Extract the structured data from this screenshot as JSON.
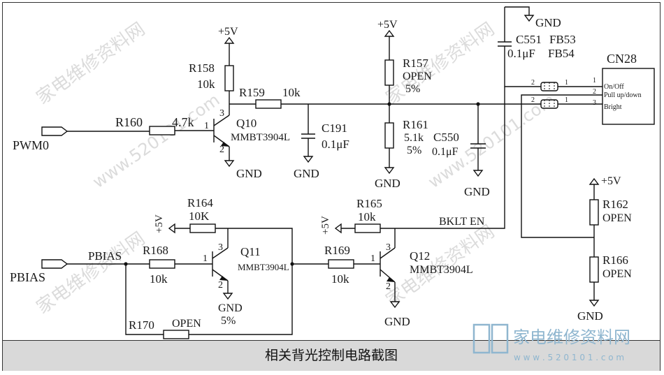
{
  "caption": "相关背光控制电路截图",
  "watermark": {
    "cn": "家电维修资料网",
    "url": "www.520101.com"
  },
  "logo": {
    "cn": "家电维修资料网",
    "url": "w w w . 5 2 0 1 0 1 . c o m"
  },
  "colors": {
    "line": "#111111",
    "caption_bar": "#d9d9d9",
    "logo": "#8fb6cf"
  },
  "labels": {
    "v5": "+5V",
    "gnd": "GND",
    "pwm0": "PWM0",
    "pbias": "PBIAS",
    "bklt_en": "BKLT EN",
    "r158": "R158",
    "r158_val": "10k",
    "r159": "R159",
    "r159_val": "10k",
    "r160": "R160",
    "r160_val": "4.7k",
    "q10": "Q10",
    "q10_part": "MMBT3904L",
    "c191": "C191",
    "c191_val": "0.1μF",
    "r157": "R157",
    "r157_val": "OPEN",
    "r157_tol": "5%",
    "r161": "R161",
    "r161_val": "5.1k",
    "r161_tol": "5%",
    "c550": "C550",
    "c550_val": "0.1μF",
    "c551": "C551",
    "c551_val": "0.1μF",
    "fb53": "FB53",
    "fb54": "FB54",
    "cn28": "CN28",
    "pin_on": "On/Off",
    "pin_pull": "Pull up/down",
    "pin_bright": "Bright",
    "pin1": "1",
    "pin2": "2",
    "pin3": "3",
    "r164": "R164",
    "r164_val": "10K",
    "r165": "R165",
    "r165_val": "10k",
    "r168": "R168",
    "r168_val": "10k",
    "r169": "R169",
    "r169_val": "10k",
    "r170": "R170",
    "r170_val": "OPEN",
    "r170_tol": "5%",
    "q11": "Q11",
    "q11_part": "MMBT3904L",
    "q12": "Q12",
    "q12_part": "MMBT3904L",
    "r162": "R162",
    "r162_val": "OPEN",
    "r166": "R166",
    "r166_val": "OPEN"
  }
}
